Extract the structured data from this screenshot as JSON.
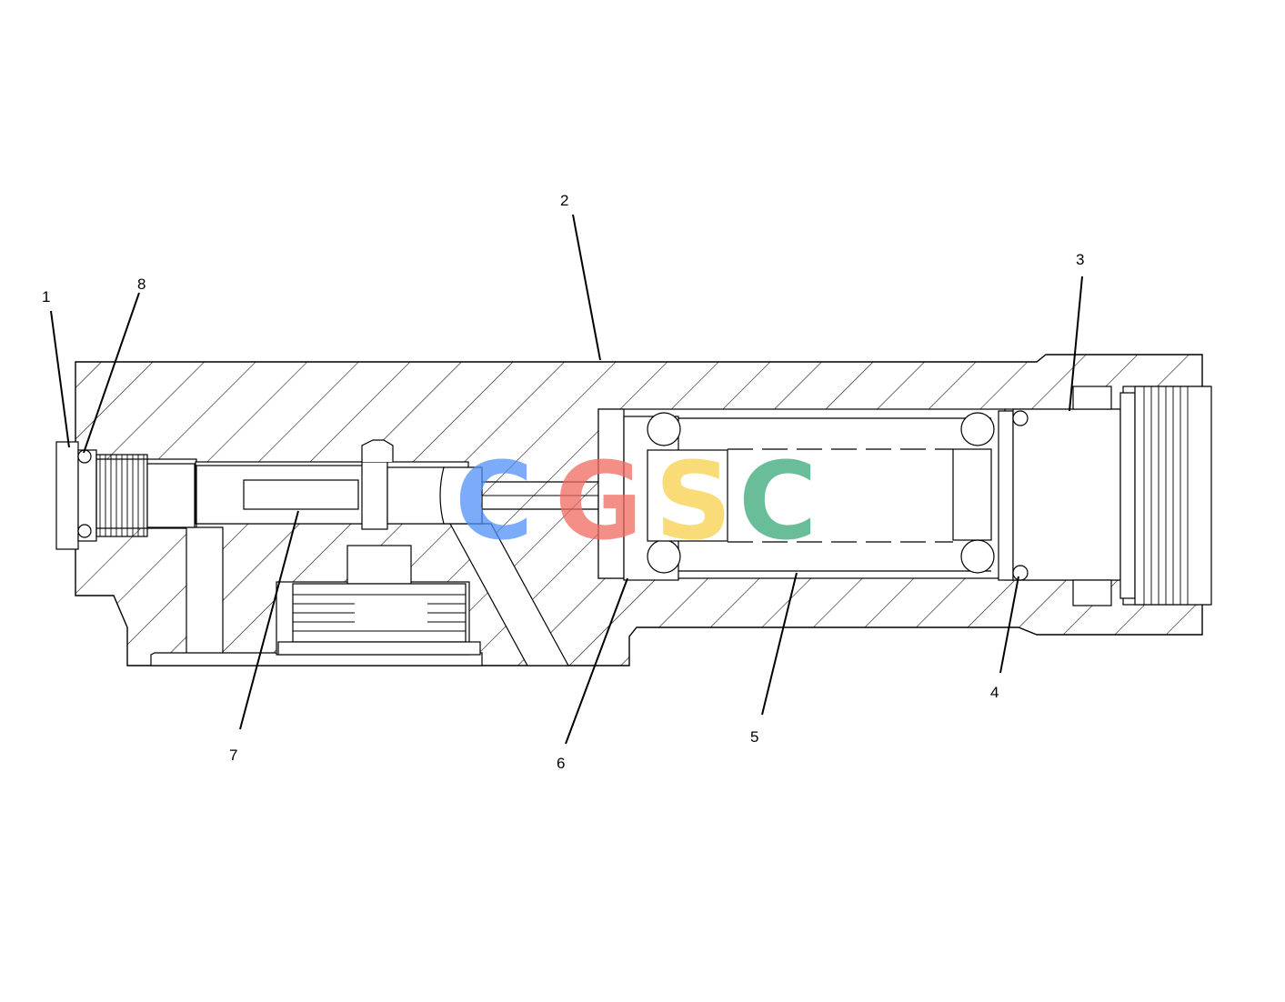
{
  "diagram": {
    "callouts": [
      {
        "id": "1",
        "label": "1"
      },
      {
        "id": "2",
        "label": "2"
      },
      {
        "id": "3",
        "label": "3"
      },
      {
        "id": "4",
        "label": "4"
      },
      {
        "id": "5",
        "label": "5"
      },
      {
        "id": "6",
        "label": "6"
      },
      {
        "id": "7",
        "label": "7"
      },
      {
        "id": "8",
        "label": "8"
      }
    ]
  },
  "watermark": {
    "letters": [
      "C",
      "G",
      "S",
      "C"
    ],
    "colors": [
      "#4f8ff7",
      "#f06a5e",
      "#f8cf4a",
      "#38a877"
    ]
  }
}
